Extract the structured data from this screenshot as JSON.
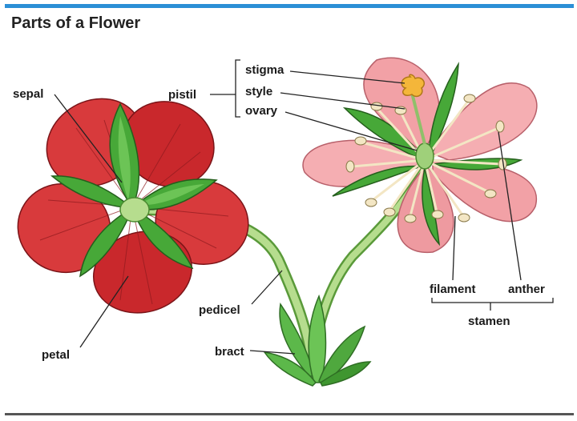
{
  "title": "Parts of a Flower",
  "labels": {
    "sepal": "sepal",
    "pistil": "pistil",
    "stigma": "stigma",
    "style": "style",
    "ovary": "ovary",
    "petal": "petal",
    "pedicel": "pedicel",
    "bract": "bract",
    "filament": "filament",
    "anther": "anther",
    "stamen": "stamen"
  },
  "colors": {
    "accent_rule": "#2b8fd6",
    "red_petal": "#d83a3c",
    "pink_petal": "#f2a1a6",
    "leaf_green": "#4caf3c",
    "stem_green": "#9fd07a",
    "stigma_yellow": "#f4b63a"
  }
}
